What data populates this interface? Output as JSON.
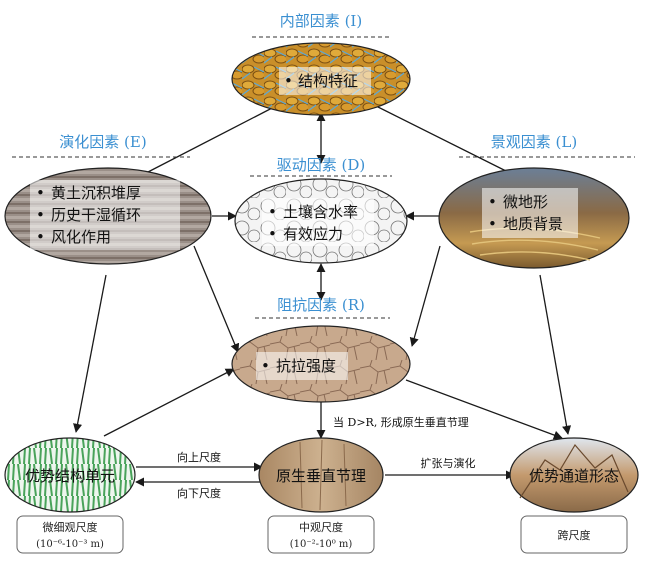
{
  "factors": {
    "internal": {
      "title": "内部因素 (I)",
      "items": [
        "结构特征"
      ]
    },
    "evolution": {
      "title": "演化因素 (E)",
      "items": [
        "黄土沉积堆厚",
        "历史干湿循环",
        "风化作用"
      ]
    },
    "landscape": {
      "title": "景观因素 (L)",
      "items": [
        "微地形",
        "地质背景"
      ]
    },
    "driving": {
      "title": "驱动因素 (D)",
      "items": [
        "土壤含水率",
        "有效应力"
      ]
    },
    "resistance": {
      "title": "阻抗因素 (R)",
      "items": [
        "抗拉强度"
      ]
    }
  },
  "nodes": {
    "micro": {
      "label": "优势结构单元"
    },
    "meso": {
      "label": "原生垂直节理"
    },
    "macro": {
      "label": "优势通道形态"
    }
  },
  "edges": {
    "up_scale": "向上尺度",
    "down_scale": "向下尺度",
    "condition": "当 D>R, 形成原生垂直节理",
    "expand": "扩张与演化"
  },
  "scales": {
    "micro": {
      "label": "微细观尺度",
      "range": "(10⁻⁶-10⁻³ m)"
    },
    "meso": {
      "label": "中观尺度",
      "range": "(10⁻²-10⁰ m)"
    },
    "macro": {
      "label": "跨尺度"
    }
  },
  "colors": {
    "title_blue": "#3a8fd1",
    "arrow": "#1a1a1a",
    "dashed_rule": "#333333"
  }
}
